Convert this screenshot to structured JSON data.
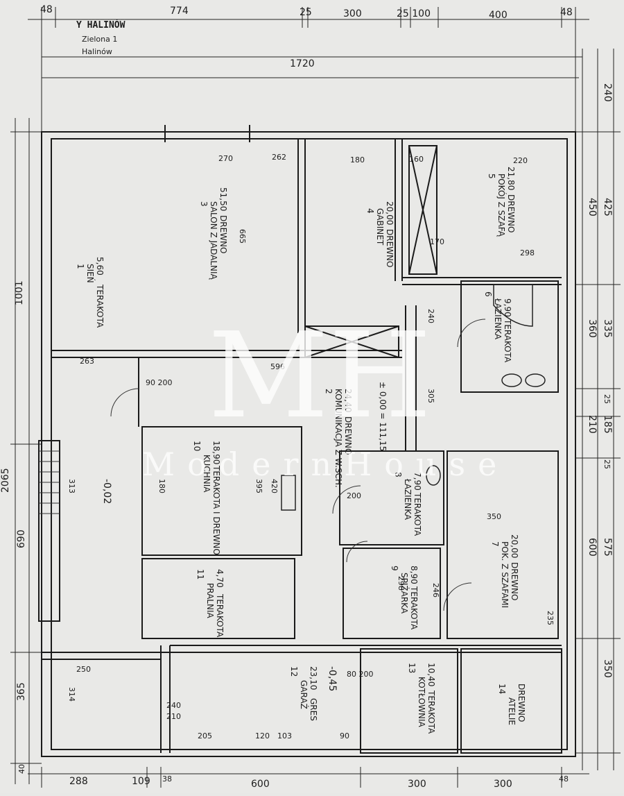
{
  "stamp": {
    "line1": "Y HALINÓW",
    "line2": "Zielona 1",
    "line3": "Halinów"
  },
  "top_dims": {
    "d48a": "48",
    "d774": "774",
    "d25a": "25",
    "d300a": "300",
    "d25_100": "25 100",
    "d400": "400",
    "d48b": "48"
  },
  "overall_width": "1720",
  "right_dims": {
    "d240": "240",
    "d425": "425",
    "d450": "450",
    "d335": "335",
    "d360": "360",
    "d25a": "25",
    "d185": "185",
    "d210": "210",
    "d25b": "25",
    "d575": "575",
    "d600": "600",
    "d350": "350"
  },
  "left_dims": {
    "d1001": "1001",
    "d2065": "2065",
    "d690": "690",
    "d365": "365",
    "d40": "40"
  },
  "bottom_dims": {
    "d288": "288",
    "d109": "109",
    "d38": "38",
    "d600": "600",
    "d300a": "300",
    "d300b": "300",
    "d48": "48"
  },
  "rooms": [
    {
      "number": "1",
      "name": "SIEŃ",
      "area": "5,60",
      "finish": "TERAKOTA"
    },
    {
      "number": "2",
      "name": "KOMUNIKACJA Z W.SCH.",
      "area": "24,40",
      "finish": "DREWNO"
    },
    {
      "number": "3",
      "name": "SALON Z JADALNIĄ",
      "area": "51,50",
      "finish": "DREWNO"
    },
    {
      "number": "4",
      "name": "GABINET",
      "area": "20,00",
      "finish": "DREWNO"
    },
    {
      "number": "5",
      "name": "POKÓJ Z SZAFĄ",
      "area": "21,80",
      "finish": "DREWNO"
    },
    {
      "number": "6",
      "name": "ŁAZIENKA",
      "area": "9,90",
      "finish": "TERAKOTA"
    },
    {
      "number": "7",
      "name": "POK. Z SZAFAMI",
      "area": "20,00",
      "finish": "DREWNO"
    },
    {
      "number": "8",
      "name": "ŁAZIENKA",
      "area": "7,90",
      "finish": "TERAKOTA"
    },
    {
      "number": "9",
      "name": "SPIŻARKA",
      "area": "8,90",
      "finish": "TERAKOTA"
    },
    {
      "number": "10",
      "name": "KUCHNIA",
      "area": "18,90",
      "finish": "TERAKOTA I DREWNO"
    },
    {
      "number": "11",
      "name": "PRALNIA",
      "area": "4,70",
      "finish": "TERAKOTA"
    },
    {
      "number": "12",
      "name": "GARAŻ",
      "area": "23,10",
      "finish": "GRES"
    },
    {
      "number": "13",
      "name": "KOTŁOWNIA",
      "area": "10,40",
      "finish": "TERAKOTA"
    },
    {
      "number": "14",
      "name": "ATELIE",
      "area": "",
      "finish": "DREWNO"
    }
  ],
  "levels": {
    "zero": "± 0,00 = 111,15",
    "minus002": "-0,02",
    "minus045": "-0,45"
  },
  "inner_dims": {
    "a": "270",
    "b": "262",
    "c": "180",
    "d": "220",
    "e": "665",
    "f": "596",
    "g": "170",
    "h": "298",
    "i": "240",
    "j": "305",
    "k": "395",
    "l": "420",
    "m": "350",
    "n": "298",
    "o": "246",
    "p": "235",
    "q": "250",
    "r": "314",
    "s": "120",
    "t": "103",
    "u": "90",
    "v": "205",
    "w": "240",
    "x": "210",
    "y": "313",
    "z": "180",
    "aa": "263",
    "ab": "90 200",
    "ac": "80 200",
    "ad": "200",
    "ae": "160"
  },
  "watermark": {
    "logo": "MH",
    "text": "ModernHouse"
  }
}
